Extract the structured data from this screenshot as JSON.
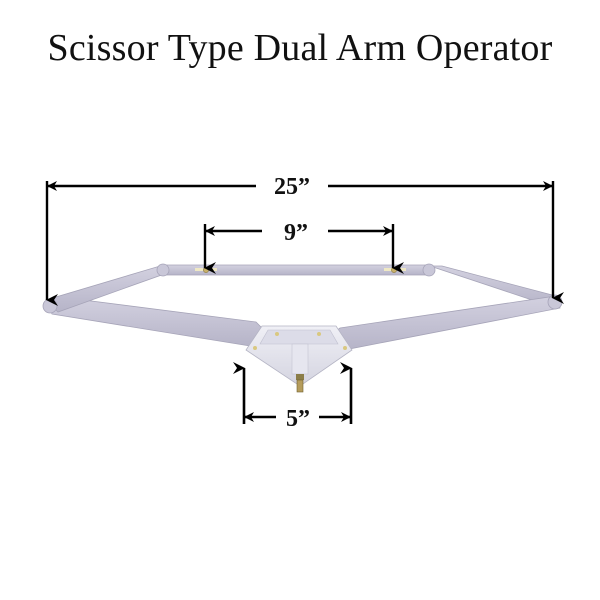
{
  "title": "Scissor Type Dual Arm Operator",
  "dimensions": {
    "overall_width": {
      "label": "25”",
      "value_in": 25
    },
    "arm_bracket_spacing": {
      "label": "9”",
      "value_in": 9
    },
    "base_width": {
      "label": "5”",
      "value_in": 5
    }
  },
  "colors": {
    "arm": "#c7c5d6",
    "arm_shadow": "#a9a7bc",
    "base": "#e9e9f1",
    "dimension_line": "#000000",
    "fastener": "#c8b06a"
  }
}
